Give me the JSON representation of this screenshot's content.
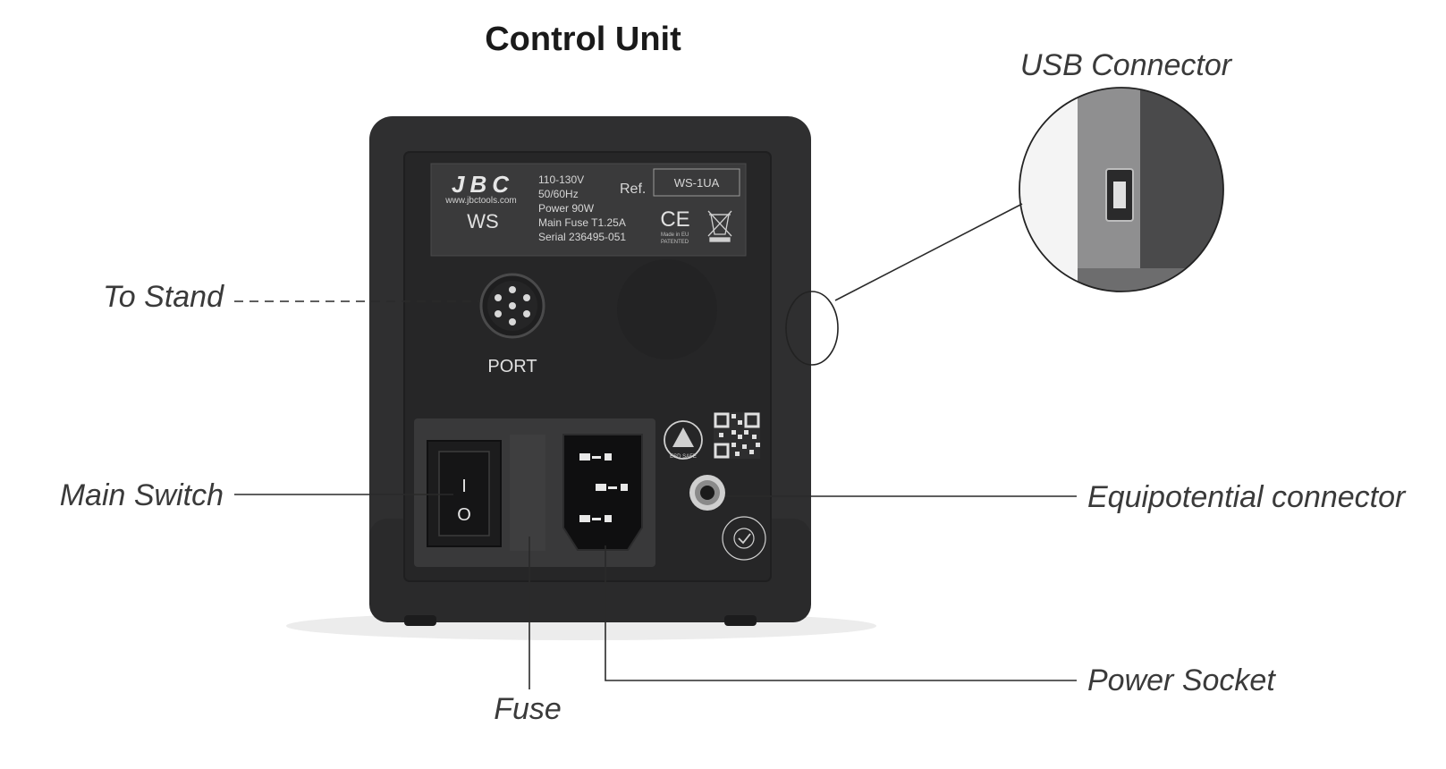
{
  "title": "Control Unit",
  "callouts": {
    "usb_connector": "USB Connector",
    "to_stand": "To Stand",
    "main_switch": "Main Switch",
    "equipotential_connector": "Equipotential connector",
    "power_socket": "Power Socket",
    "fuse": "Fuse"
  },
  "rating_label": {
    "brand": "JBC",
    "website": "www.jbctools.com",
    "model": "WS",
    "voltage": "110-130V",
    "frequency": "50/60Hz",
    "power": "Power 90W",
    "main_fuse": "Main Fuse T1.25A",
    "serial": "Serial 236495-051",
    "ref_label": "Ref.",
    "ref_value": "WS-1UA",
    "ce_mark": "CE",
    "made_in": "Made in EU",
    "patented": "PATENTED"
  },
  "port_label": "PORT",
  "switch_on_symbol": "I",
  "switch_off_symbol": "O",
  "esd_label": "ESD SAFE",
  "quality_label": "Quality Control Tested",
  "colors": {
    "body": "#2f2f30",
    "panel": "#262627",
    "label_plate": "#3a3a3b"
  }
}
